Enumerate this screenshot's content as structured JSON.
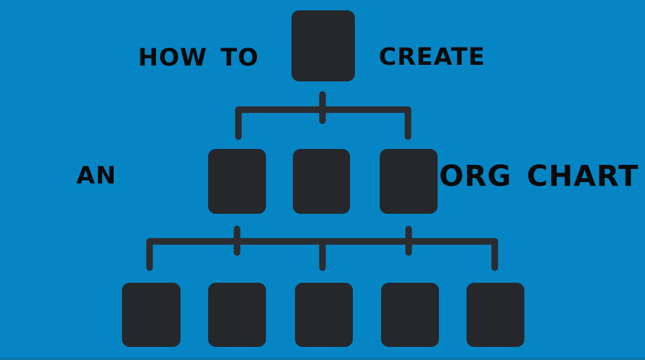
{
  "title": {
    "full": "HOW TO CREATE AN ORG CHART",
    "fragments": {
      "how_to": "HOW TO",
      "create": "CREATE",
      "an": "AN",
      "org_chart": "ORG CHART"
    }
  },
  "colors": {
    "background": "#0685c4",
    "node": "#26272a",
    "connector": "#2b2c2f",
    "text": "#0a0a0a",
    "bottom_strip": "#0b76ad"
  },
  "diagram": {
    "type": "org-chart",
    "levels": [
      {
        "name": "root",
        "node_count": 1
      },
      {
        "name": "middle",
        "node_count": 3
      },
      {
        "name": "bottom",
        "node_count": 5
      }
    ]
  }
}
